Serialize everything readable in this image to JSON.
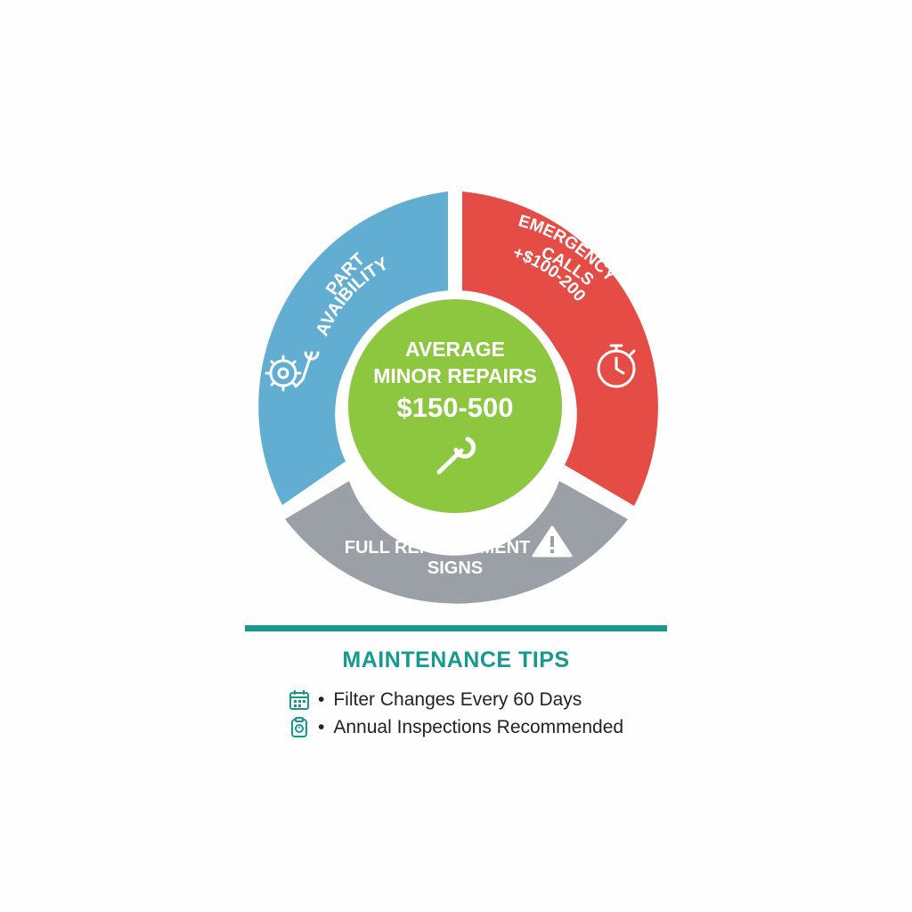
{
  "diagram": {
    "segments": [
      {
        "id": "part-availability",
        "lines": [
          "PART",
          "AVAIBILITY"
        ],
        "color": "#62aed2",
        "icon": "gear-wrench-icon"
      },
      {
        "id": "emergency-calls",
        "lines": [
          "EMERGENCY",
          "CALLS",
          "+$100-200"
        ],
        "color": "#e54c45",
        "icon": "stopwatch-icon"
      },
      {
        "id": "full-replacement",
        "lines": [
          "FULL REPLACEMENT",
          "SIGNS"
        ],
        "color": "#9aa0a6",
        "icon": "warning-icon"
      }
    ],
    "center": {
      "line1": "AVERAGE",
      "line2": "MINOR REPAIRS",
      "value": "$150-500",
      "color": "#8dc63f",
      "icon": "wrench-icon"
    }
  },
  "tips": {
    "title": "MAINTENANCE TIPS",
    "accent": "#17998f",
    "items": [
      {
        "icon": "calendar-icon",
        "bullet": "•",
        "text": "Filter Changes Every 60 Days"
      },
      {
        "icon": "inspection-icon",
        "bullet": "•",
        "text": "Annual Inspections Recommended"
      }
    ]
  }
}
